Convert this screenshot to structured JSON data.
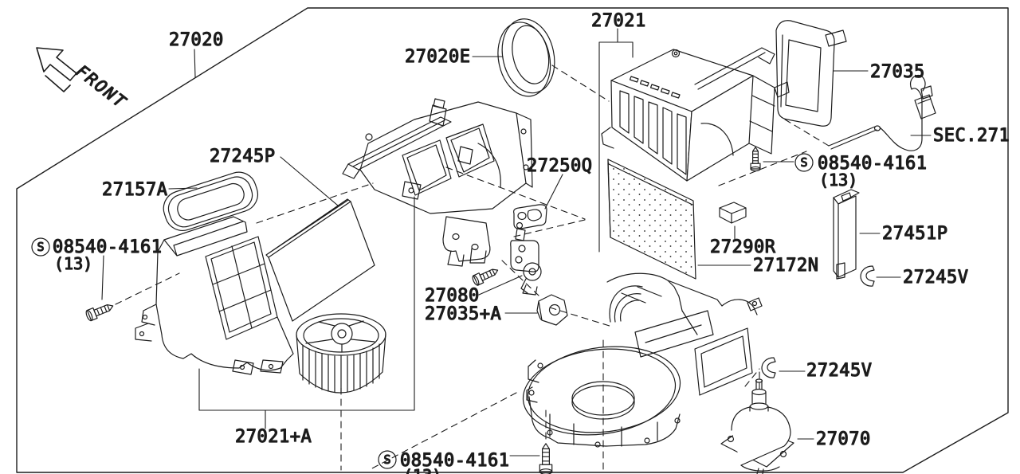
{
  "diagram": {
    "front_label": "FRONT",
    "parts": {
      "p27020": "27020",
      "p27020E": "27020E",
      "p27021": "27021",
      "p27035": "27035",
      "p27157A": "27157A",
      "p27245P": "27245P",
      "p27250Q": "27250Q",
      "p27290R": "27290R",
      "p27172N": "27172N",
      "p27451P": "27451P",
      "p27245V": "27245V",
      "p27080": "27080",
      "p27035A": "27035+A",
      "p27021A": "27021+A",
      "p27070": "27070",
      "sec_ref": "SEC.271"
    },
    "fastener": {
      "symbol": "S",
      "part_number": "08540-4161",
      "quantity": "(13)"
    },
    "colors": {
      "line": "#1c1c1c",
      "background": "#ffffff"
    }
  }
}
